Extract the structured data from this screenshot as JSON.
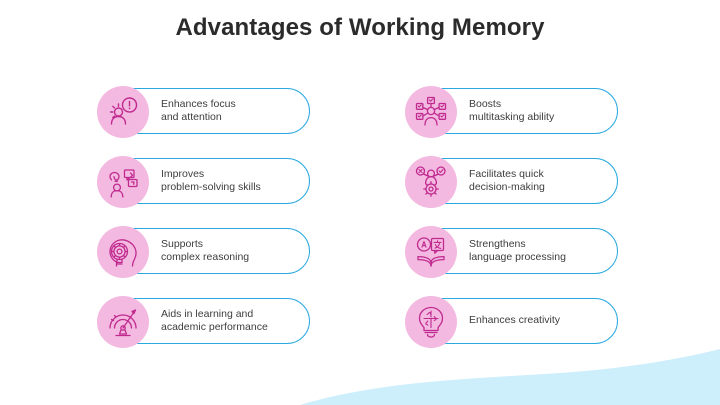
{
  "slide": {
    "title": "Advantages of Working Memory",
    "background_color": "#ffffff",
    "accent_border_color": "#2aa9e0",
    "badge_fill_color": "#f3b9e0",
    "icon_stroke_color": "#c02a8f",
    "text_color": "#3d3d3d",
    "wave_color": "#cdeefb"
  },
  "columns": {
    "left": [
      {
        "label": "Enhances focus\nand attention",
        "icon": "person-alert-icon"
      },
      {
        "label": "Improves\nproblem-solving skills",
        "icon": "person-lightbulb-puzzle-icon"
      },
      {
        "label": "Supports\ncomplex reasoning",
        "icon": "head-gear-icon"
      },
      {
        "label": "Aids in learning and\nacademic performance",
        "icon": "gauge-speedometer-icon"
      }
    ],
    "right": [
      {
        "label": "Boosts\nmultitasking ability",
        "icon": "person-multitask-nodes-icon"
      },
      {
        "label": "Facilitates quick\ndecision-making",
        "icon": "person-decision-gear-icon"
      },
      {
        "label": "Strengthens\nlanguage processing",
        "icon": "book-translate-icon"
      },
      {
        "label": "Enhances creativity",
        "icon": "puzzle-lightbulb-icon"
      }
    ]
  }
}
